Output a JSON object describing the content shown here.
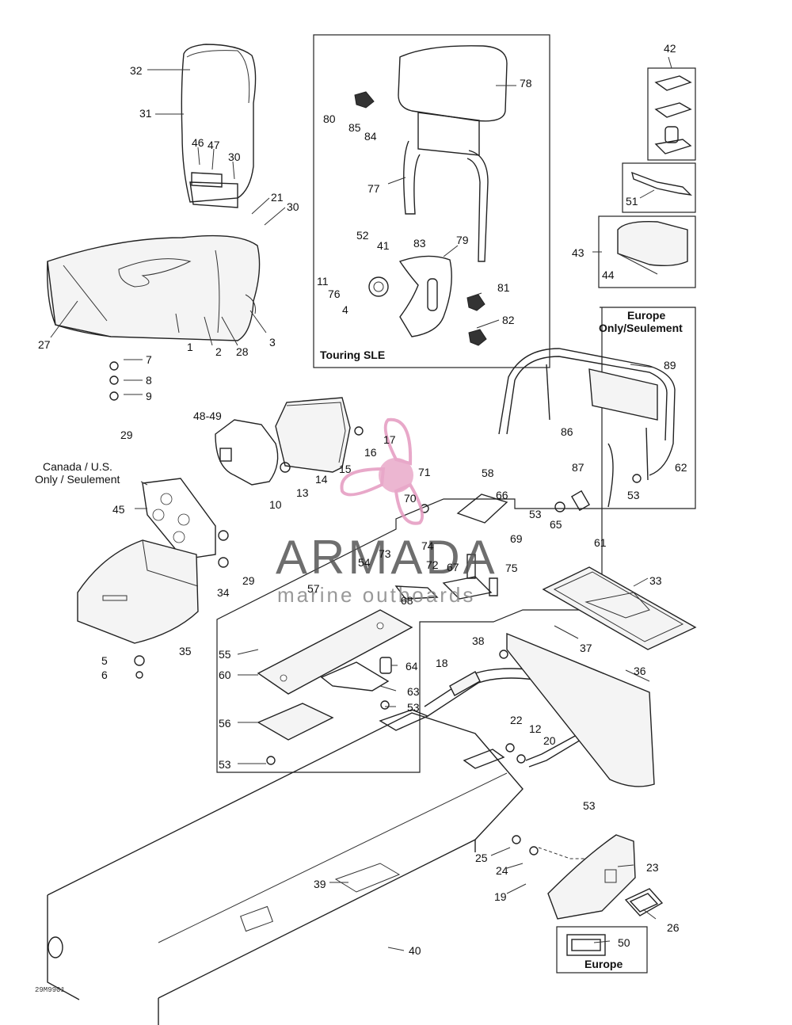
{
  "diagram": {
    "part_numbers": [
      "1",
      "2",
      "3",
      "4",
      "5",
      "6",
      "7",
      "8",
      "9",
      "10",
      "11",
      "12",
      "13",
      "14",
      "15",
      "16",
      "17",
      "18",
      "19",
      "20",
      "21",
      "22",
      "23",
      "24",
      "25",
      "26",
      "27",
      "28",
      "29",
      "29",
      "30",
      "30",
      "31",
      "32",
      "33",
      "34",
      "35",
      "36",
      "37",
      "38",
      "39",
      "40",
      "41",
      "42",
      "43",
      "44",
      "45",
      "46",
      "47",
      "48-49",
      "50",
      "51",
      "52",
      "53",
      "53",
      "53",
      "53",
      "53",
      "54",
      "55",
      "56",
      "57",
      "58",
      "60",
      "61",
      "62",
      "63",
      "64",
      "65",
      "66",
      "67",
      "68",
      "69",
      "70",
      "71",
      "72",
      "73",
      "74",
      "75",
      "76",
      "77",
      "78",
      "79",
      "80",
      "81",
      "82",
      "83",
      "84",
      "85",
      "86",
      "87",
      "89"
    ],
    "section_labels": {
      "touring": "Touring SLE",
      "europe_only_1": "Europe",
      "europe_only_2": "Only/Seulement",
      "canada_1": "Canada / U.S.",
      "canada_2": "Only / Seulement",
      "europe_plate": "Europe"
    },
    "watermark": {
      "brand": "ARMADA",
      "sub": "marine outboards",
      "color": "#e59ac0"
    },
    "figure_code": "29M9901"
  }
}
